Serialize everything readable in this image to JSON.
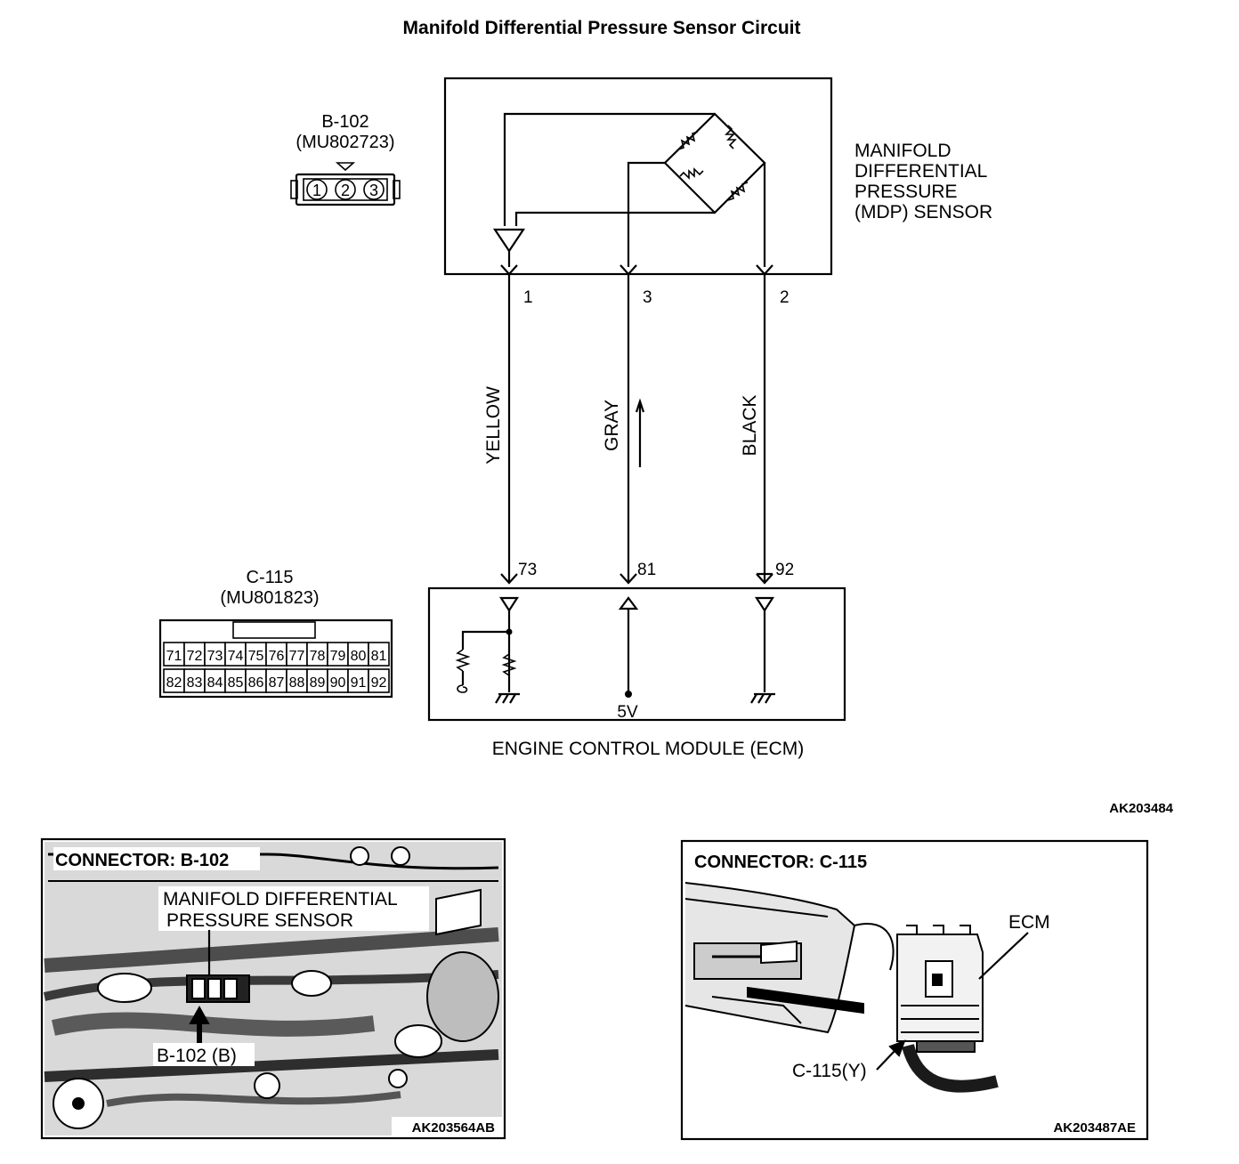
{
  "title": "Manifold Differential Pressure Sensor Circuit",
  "sensor_connector": {
    "id": "B-102",
    "part": "(MU802723)",
    "pins": [
      "1",
      "2",
      "3"
    ]
  },
  "sensor_label": [
    "MANIFOLD",
    "DIFFERENTIAL",
    "PRESSURE",
    "(MDP) SENSOR"
  ],
  "wires": [
    {
      "sensor_pin": "1",
      "color": "YELLOW",
      "ecm_pin": "73"
    },
    {
      "sensor_pin": "3",
      "color": "GRAY",
      "ecm_pin": "81"
    },
    {
      "sensor_pin": "2",
      "color": "BLACK",
      "ecm_pin": "92"
    }
  ],
  "ecm_connector": {
    "id": "C-115",
    "part": "(MU801823)",
    "row1": [
      "71",
      "72",
      "73",
      "74",
      "75",
      "76",
      "77",
      "78",
      "79",
      "80",
      "81"
    ],
    "row2": [
      "82",
      "83",
      "84",
      "85",
      "86",
      "87",
      "88",
      "89",
      "90",
      "91",
      "92"
    ]
  },
  "ecm_supply": "5V",
  "ecm_label": "ENGINE CONTROL MODULE (ECM)",
  "figure_code": "AK203484",
  "panel_left": {
    "title": "CONNECTOR: B-102",
    "callout": [
      "MANIFOLD DIFFERENTIAL",
      "PRESSURE SENSOR"
    ],
    "pointer": "B-102 (B)",
    "code": "AK203564AB"
  },
  "panel_right": {
    "title": "CONNECTOR: C-115",
    "ecm": "ECM",
    "pointer": "C-115(Y)",
    "code": "AK203487AE"
  }
}
